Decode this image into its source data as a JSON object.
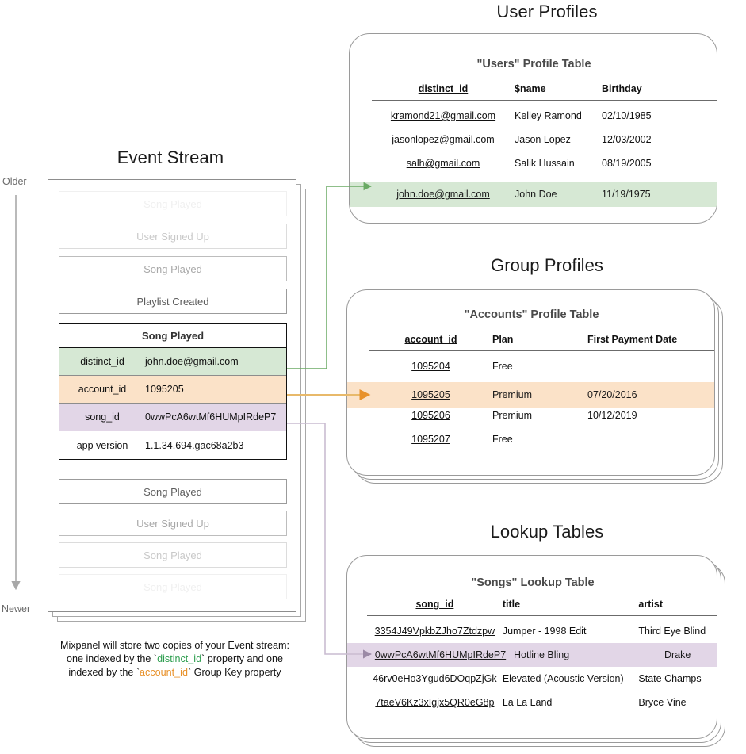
{
  "sections": {
    "event_stream_title": "Event Stream",
    "user_profiles_title": "User Profiles",
    "group_profiles_title": "Group Profiles",
    "lookup_tables_title": "Lookup Tables"
  },
  "axis": {
    "older": "Older",
    "newer": "Newer"
  },
  "event_stream": {
    "events_above": [
      {
        "label": "Song Played",
        "fade": "f1"
      },
      {
        "label": "User Signed Up",
        "fade": "f2"
      },
      {
        "label": "Song Played",
        "fade": "f3"
      },
      {
        "label": "Playlist Created",
        "fade": "f4"
      }
    ],
    "events_below": [
      {
        "label": "Song Played",
        "fade": "f4"
      },
      {
        "label": "User Signed Up",
        "fade": "f3"
      },
      {
        "label": "Song Played",
        "fade": "f2"
      },
      {
        "label": "Song Played",
        "fade": "f1"
      }
    ],
    "selected_event": {
      "name": "Song Played",
      "properties": [
        {
          "key": "distinct_id",
          "value": "john.doe@gmail.com",
          "highlight": "green"
        },
        {
          "key": "account_id",
          "value": "1095205",
          "highlight": "orange"
        },
        {
          "key": "song_id",
          "value": "0wwPcA6wtMf6HUMpIRdeP7",
          "highlight": "purple"
        },
        {
          "key": "app version",
          "value": "1.1.34.694.gac68a2b3",
          "highlight": "none"
        }
      ]
    }
  },
  "users_table": {
    "title": "\"Users\" Profile Table",
    "columns": [
      "distinct_id",
      "$name",
      "Birthday"
    ],
    "rows": [
      {
        "cells": [
          "kramond21@gmail.com",
          "Kelley Ramond",
          "02/10/1985"
        ],
        "highlight": "none"
      },
      {
        "cells": [
          "jasonlopez@gmail.com",
          "Jason Lopez",
          "12/03/2002"
        ],
        "highlight": "none"
      },
      {
        "cells": [
          "salh@gmail.com",
          "Salik Hussain",
          "08/19/2005"
        ],
        "highlight": "none"
      },
      {
        "cells": [
          "john.doe@gmail.com",
          "John Doe",
          "11/19/1975"
        ],
        "highlight": "green"
      }
    ]
  },
  "accounts_table": {
    "title": "\"Accounts\" Profile Table",
    "columns": [
      "account_id",
      "Plan",
      "First Payment Date"
    ],
    "rows": [
      {
        "cells": [
          "1095204",
          "Free",
          ""
        ],
        "highlight": "none"
      },
      {
        "cells": [
          "1095205",
          "Premium",
          "07/20/2016"
        ],
        "highlight": "orange"
      },
      {
        "cells": [
          "1095206",
          "Premium",
          "10/12/2019"
        ],
        "highlight": "none"
      },
      {
        "cells": [
          "1095207",
          "Free",
          ""
        ],
        "highlight": "none"
      }
    ]
  },
  "songs_table": {
    "title": "\"Songs\" Lookup Table",
    "columns": [
      "song_id",
      "title",
      "artist"
    ],
    "rows": [
      {
        "cells": [
          "3354J49VpkbZJho7Ztdzpw",
          "Jumper - 1998 Edit",
          "Third Eye Blind"
        ],
        "highlight": "none"
      },
      {
        "cells": [
          "0wwPcA6wtMf6HUMpIRdeP7",
          "Hotline Bling",
          "Drake"
        ],
        "highlight": "purple"
      },
      {
        "cells": [
          "46rv0eHo3Ygud6DOqpZjGk",
          "Elevated (Acoustic Version)",
          "State Champs"
        ],
        "highlight": "none"
      },
      {
        "cells": [
          "7taeV6Kz3xIgjx5QR0eG8p",
          "La La Land",
          "Bryce Vine"
        ],
        "highlight": "none"
      }
    ]
  },
  "caption": {
    "line1": "Mixpanel will store two copies of your Event stream:",
    "line2_pre": "one indexed by the `",
    "line2_token": "distinct_id",
    "line2_post": "` property and one",
    "line3_pre": "indexed by the `",
    "line3_token": "account_id",
    "line3_post": "` Group Key property"
  },
  "colors": {
    "green_highlight": "#d6e8d4",
    "orange_highlight": "#fbe2c8",
    "purple_highlight": "#e2d6e7",
    "green_arrow": "#6aaa64",
    "orange_arrow": "#e8912a",
    "purple_arrow": "#9b8aa6",
    "border_gray": "#9a9a9a"
  }
}
